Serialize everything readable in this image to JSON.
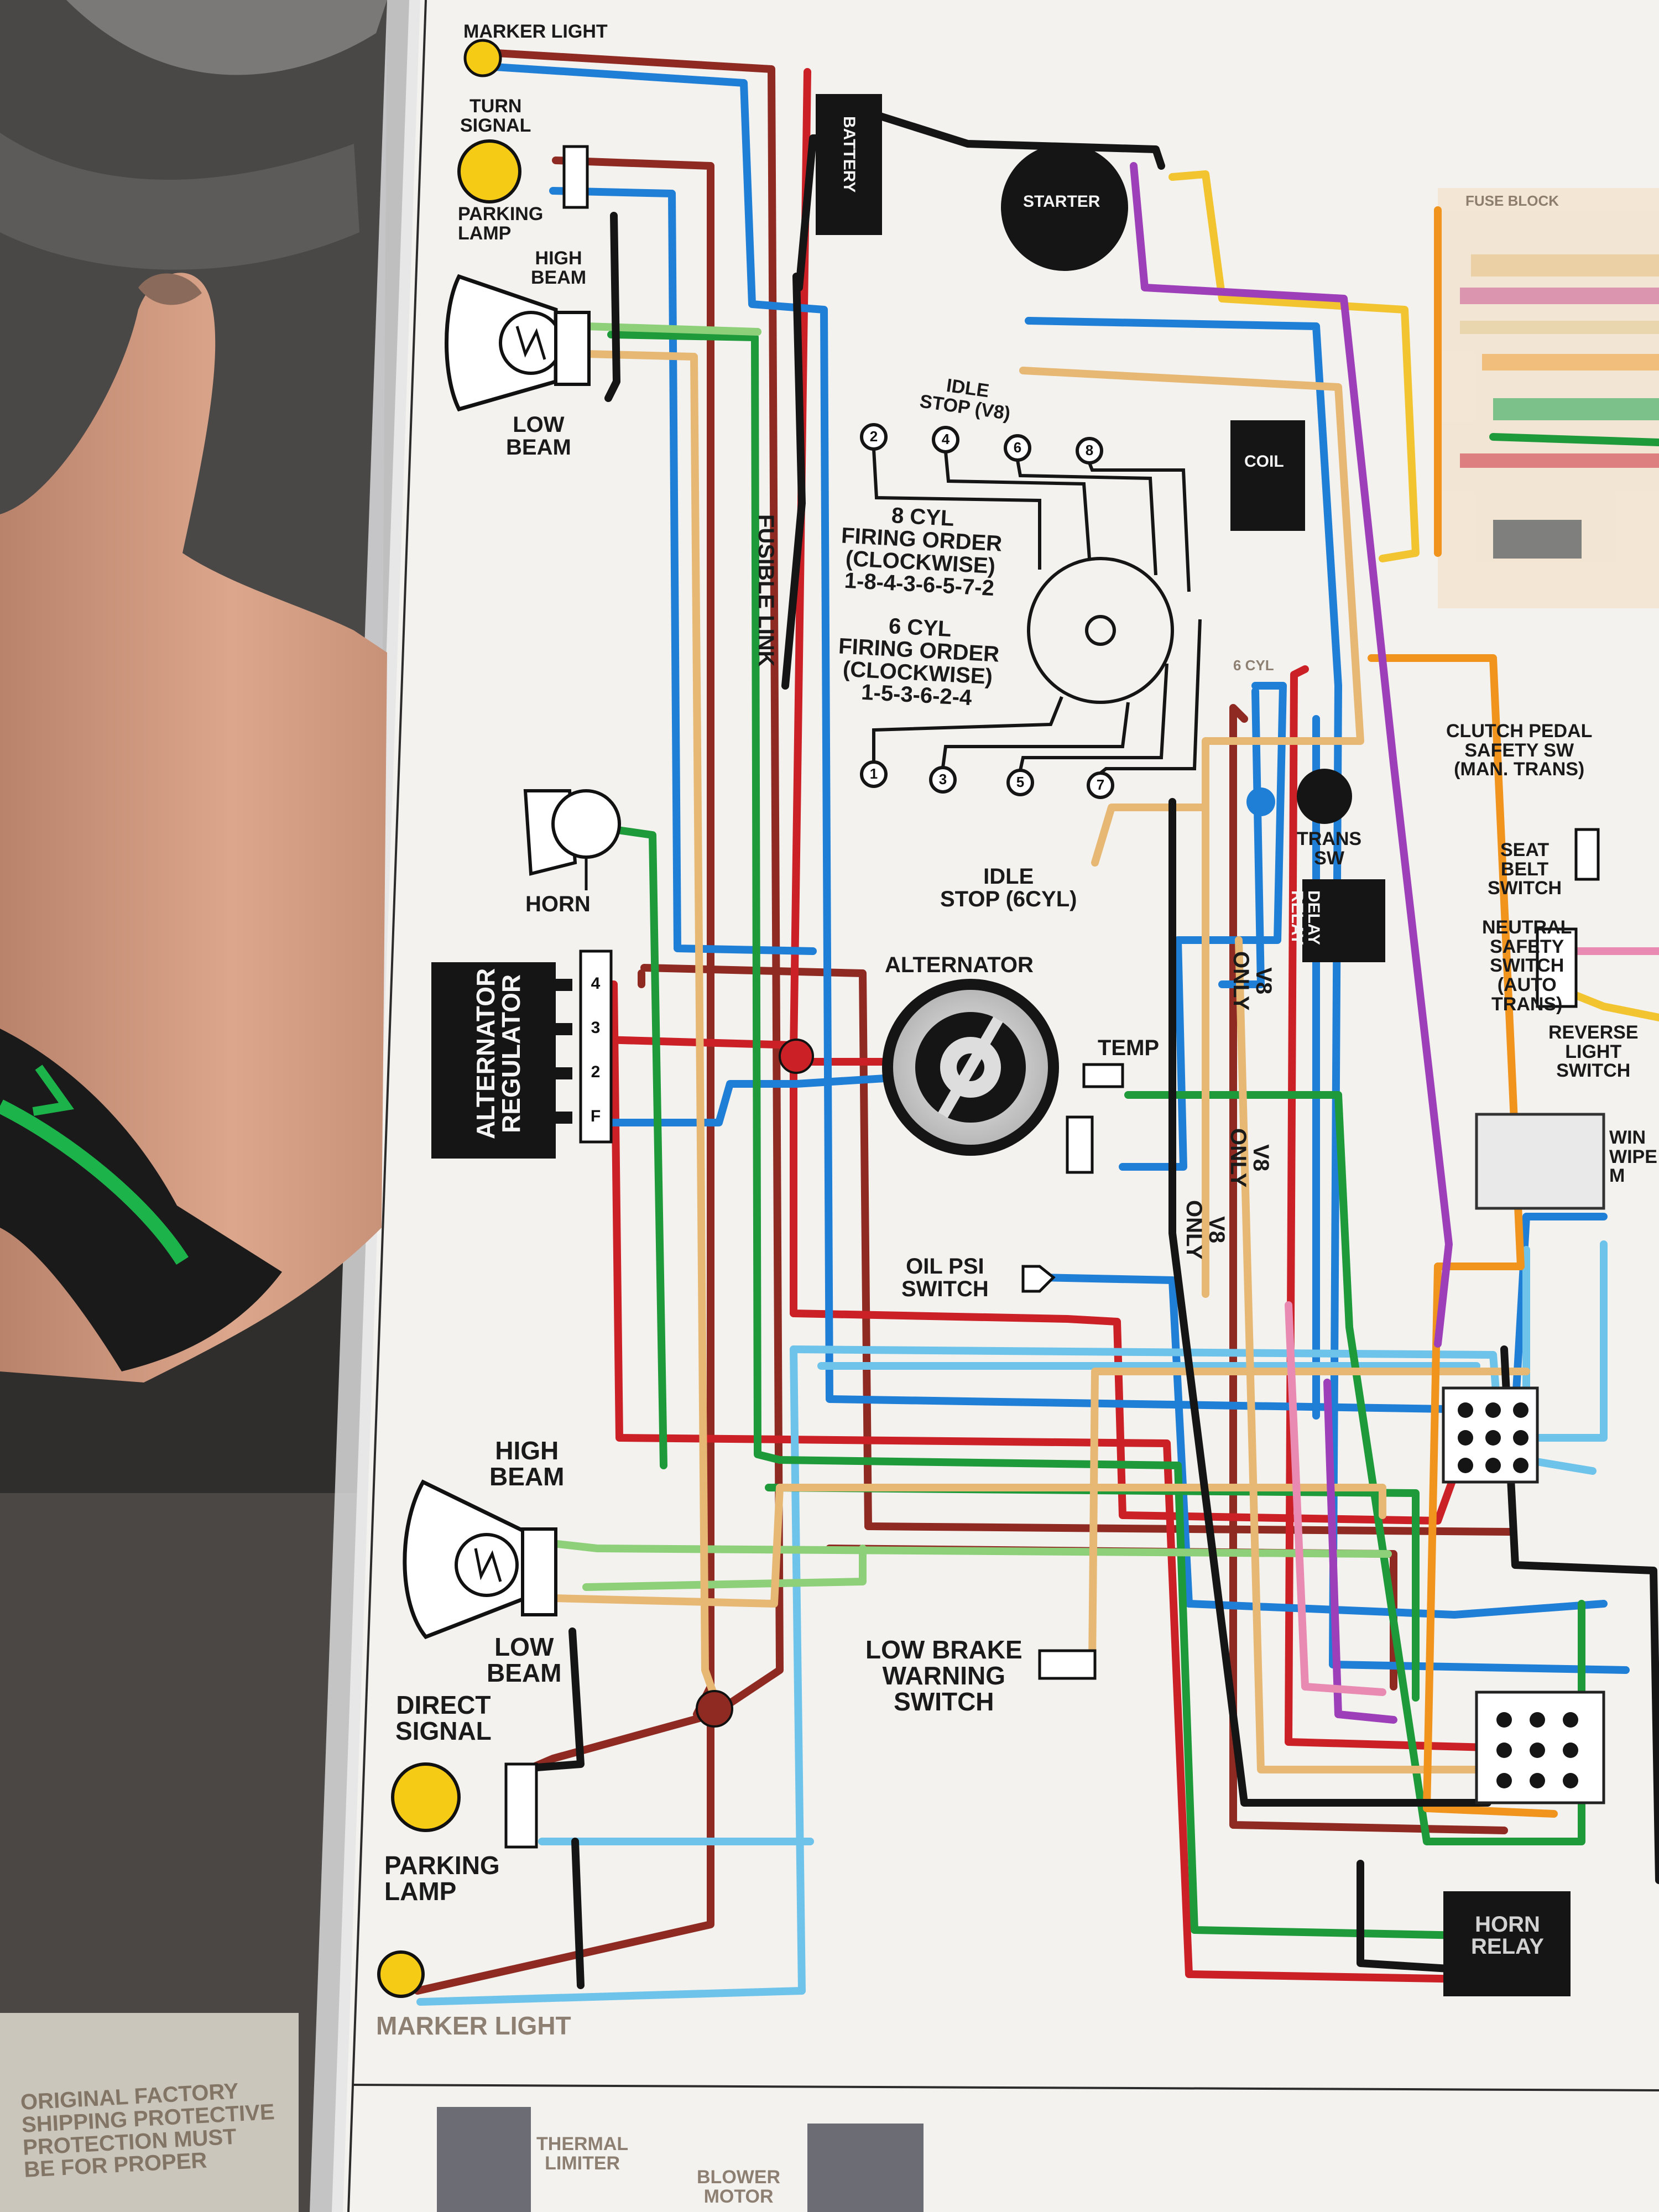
{
  "labels": {
    "marker_light_top": "MARKER LIGHT",
    "turn_signal": "TURN\nSIGNAL",
    "parking_lamp_top": "PARKING\nLAMP",
    "high_beam_top": "HIGH\nBEAM",
    "low_beam_top": "LOW\nBEAM",
    "fusible_link": "FUSIBLE LINK",
    "firing_8": "8 CYL\nFIRING ORDER\n(CLOCKWISE)\n1-8-4-3-6-5-7-2",
    "firing_6": "6 CYL\nFIRING ORDER\n(CLOCKWISE)\n1-5-3-6-2-4",
    "idle_stop_v8": "IDLE\nSTOP (V8)",
    "idle_stop_6cyl": "IDLE\nSTOP (6CYL)",
    "horn": "HORN",
    "alternator": "ALTERNATOR",
    "alternator_regulator": "ALTERNATOR\nREGULATOR",
    "temp": "TEMP",
    "oil_psi_switch": "OIL PSI\nSWITCH",
    "low_brake_warning_switch": "LOW BRAKE\nWARNING\nSWITCH",
    "high_beam_bottom": "HIGH\nBEAM",
    "low_beam_bottom": "LOW\nBEAM",
    "direct_signal": "DIRECT\nSIGNAL",
    "parking_lamp_bottom": "PARKING\nLAMP",
    "marker_light_bottom": "MARKER LIGHT",
    "trans_sw": "TRANS\nSW",
    "delay_relay": "DELAY\nRELAY",
    "clutch_pedal": "CLUTCH PEDAL\nSAFETY SW\n(MAN. TRANS)",
    "seat_belt_switch": "SEAT\nBELT\nSWITCH",
    "neutral_safety": "NEUTRAL\nSAFETY\nSWITCH\n(AUTO\nTRANS)",
    "reverse_light": "REVERSE\nLIGHT\nSWITCH",
    "wiper": "WIN\nWIPE\nM",
    "battery": "BATTERY",
    "starter": "STARTER",
    "coil": "COIL",
    "horn_relay": "HORN\nRELAY",
    "v8_only": "V8\nONLY",
    "six_cyl": "6 CYL",
    "fuse_block": "FUSE BLOCK",
    "thermal_limiter": "THERMAL\nLIMITER",
    "blower_motor": "BLOWER\nMOTOR",
    "sticker_text": "ORIGINAL FACTORY\nSHIPPING PROTECTIVE\nPROTECTION MUST\nBE FOR PROPER",
    "reg_terminals": [
      "4",
      "3",
      "2",
      "F"
    ],
    "dist_terminals_top": [
      "2",
      "4",
      "6",
      "8"
    ],
    "dist_terminals_bottom": [
      "1",
      "3",
      "5",
      "7"
    ]
  },
  "colors": {
    "red": "#cc2027",
    "dark_red": "#8e2a22",
    "blue": "#1f7fd6",
    "light_blue": "#6ec3ea",
    "green": "#1e9a3a",
    "light_green": "#8ed07a",
    "tan": "#e6b874",
    "yellow": "#f2c430",
    "orange": "#f0941e",
    "purple": "#9d3fb8",
    "pink": "#e88ab2",
    "black": "#151515",
    "lamp_yellow": "#f5cb15",
    "paper": "#f3f2ee"
  }
}
